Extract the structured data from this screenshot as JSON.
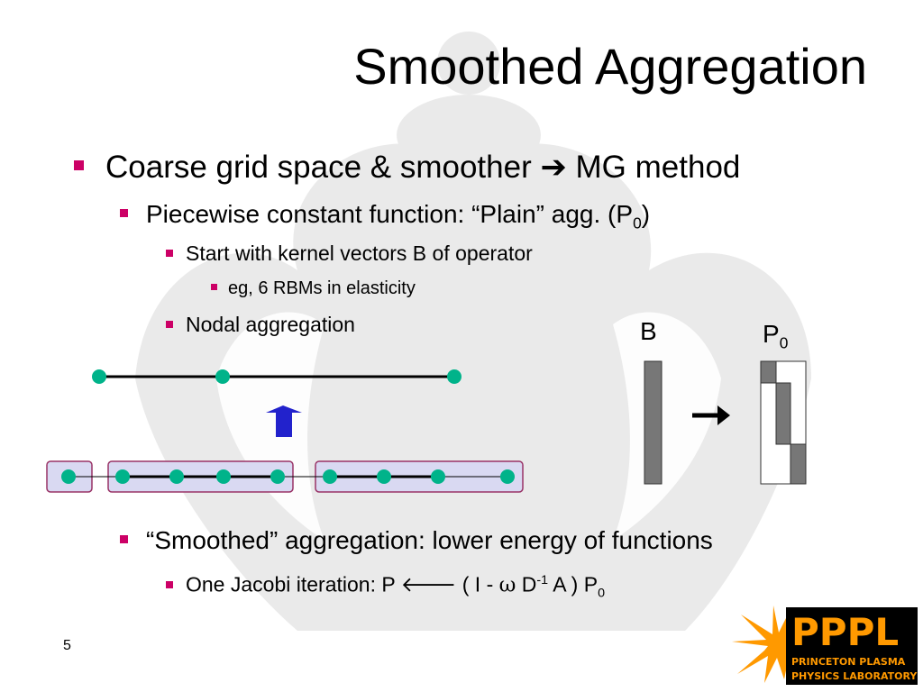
{
  "title": "Smoothed Aggregation",
  "bullets": {
    "b1": {
      "text": "Coarse grid space & smoother",
      "arrow": "➔",
      "rest": "MG method"
    },
    "b2": {
      "text": "Piecewise constant function: “Plain” agg. (P",
      "sub": "0",
      "close": ")"
    },
    "b3": {
      "text": "Start with kernel vectors B of operator"
    },
    "b4": {
      "text": "eg, 6 RBMs in elasticity"
    },
    "b5": {
      "text": "Nodal aggregation"
    },
    "b6": {
      "text": "“Smoothed” aggregation: lower energy of functions"
    },
    "b7": {
      "pre": "One Jacobi iteration: P",
      "arrow": "🡐",
      "mid": "( I -",
      "omega": "ω",
      "d": "D",
      "sup": "-1",
      "a": "A ) P",
      "sub": "0"
    }
  },
  "diagram": {
    "label_b": "B",
    "label_p": "P",
    "label_p_sub": "0",
    "node_color": "#00b38a",
    "aggregate_fill": "#d9d9f2",
    "aggregate_stroke": "#993366",
    "up_arrow_color": "#2222cc",
    "bar_color": "#777777"
  },
  "footer": {
    "page": "5",
    "logo_main": "PPPL",
    "logo_line1": "PRINCETON PLASMA",
    "logo_line2": "PHYSICS LABORATORY",
    "logo_color": "#ff9900"
  }
}
